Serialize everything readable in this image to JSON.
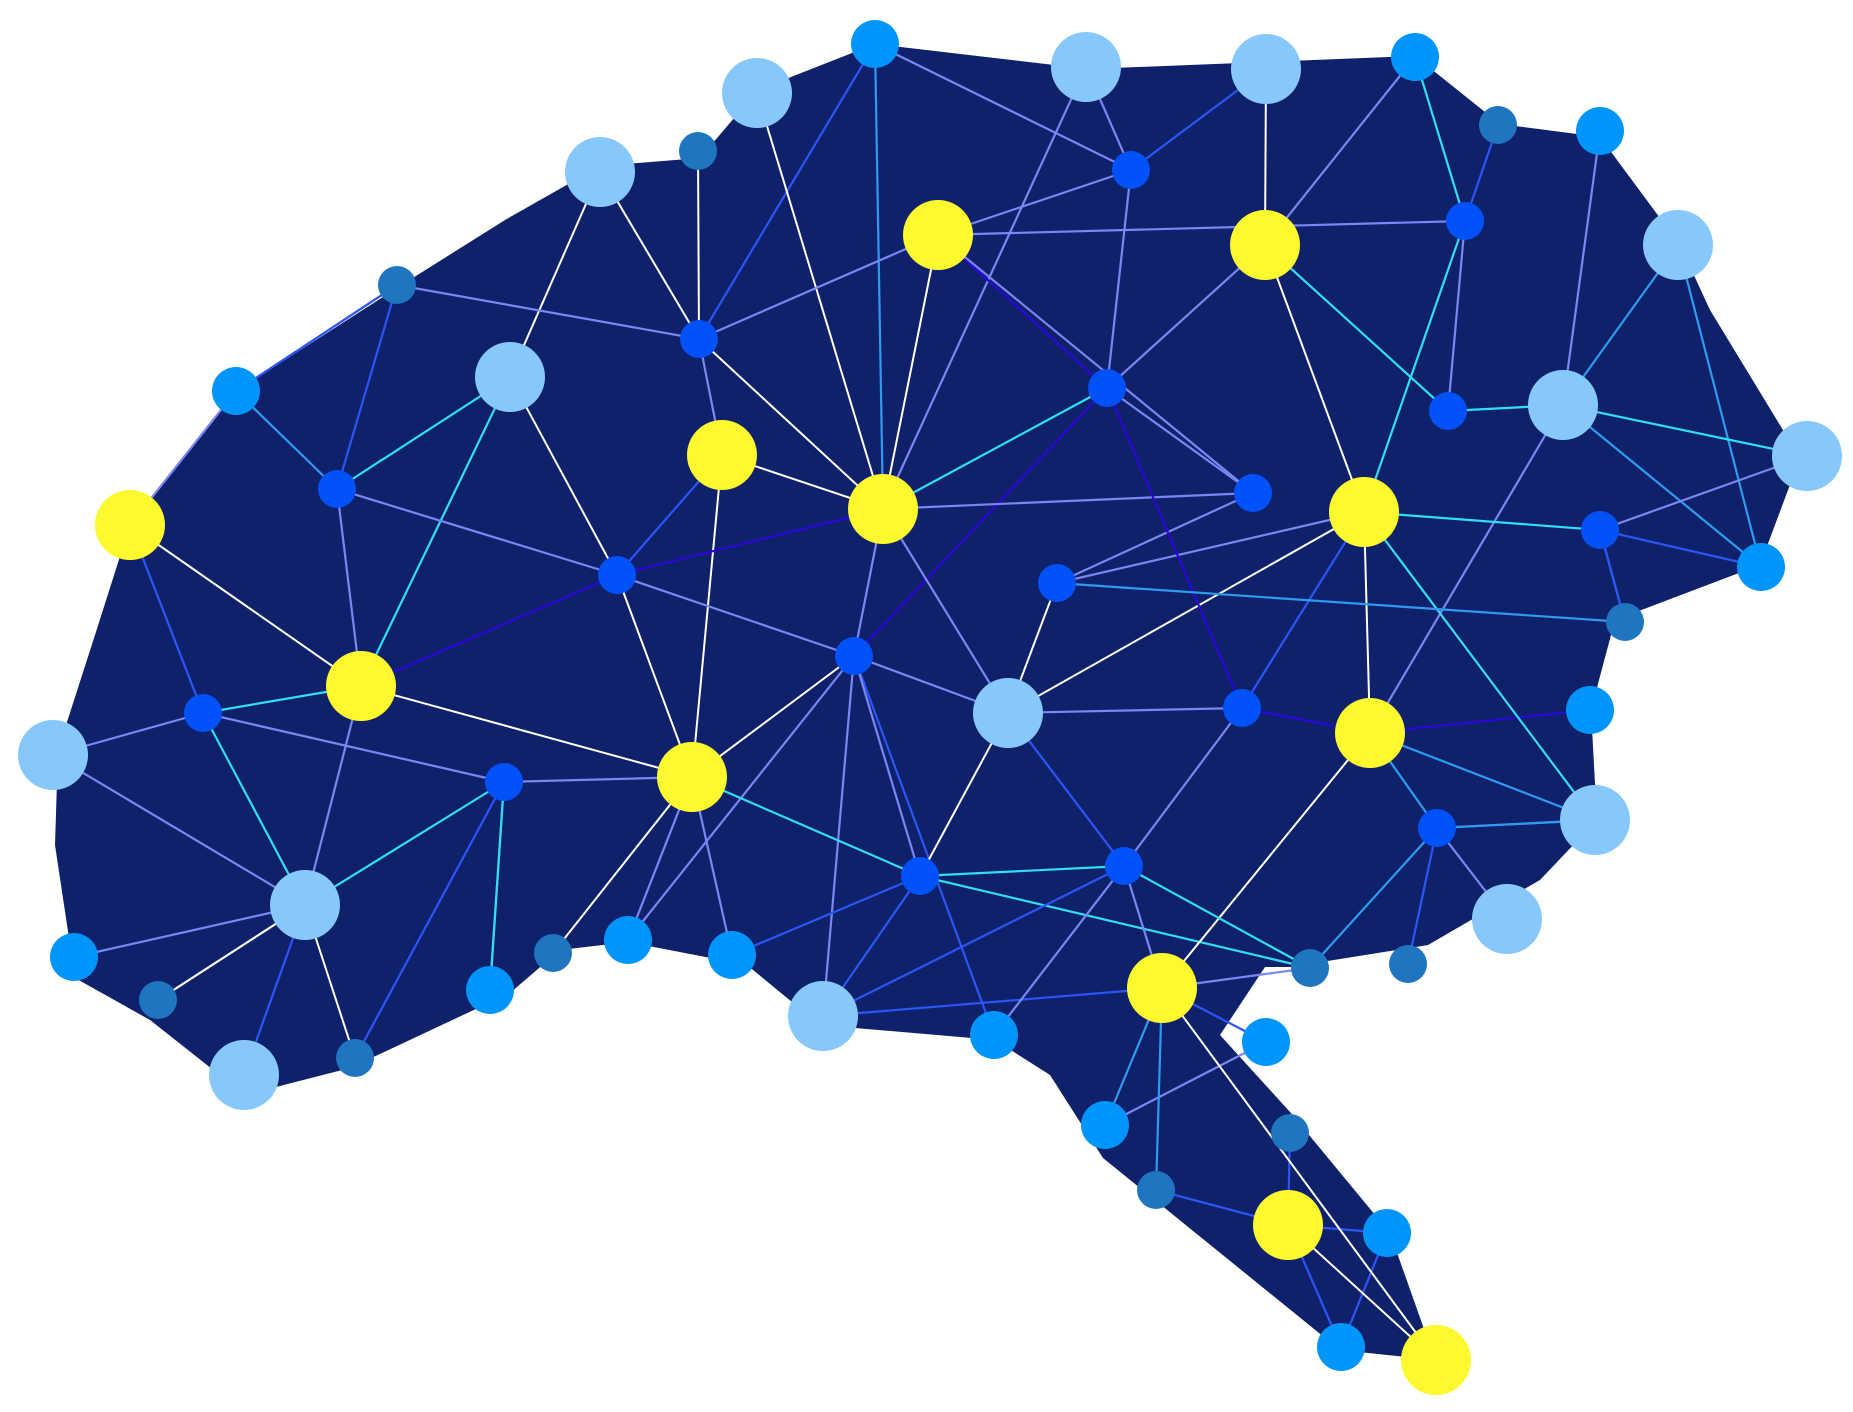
{
  "diagram": {
    "type": "neural-network-brain-illustration",
    "colors": {
      "background": "#ffffff",
      "brain_fill": "#10216b",
      "node_yellow": "#fdf92e",
      "node_light_blue": "#86c8fc",
      "node_bright_blue": "#0095fb",
      "node_royal_blue": "#0252fa",
      "node_steel_blue": "#1f75bf",
      "edge_white": "#ffffff",
      "edge_cyan": "#30dff2",
      "edge_periwinkle": "#7a86f1",
      "edge_blue": "#2c55f5",
      "edge_sky": "#2e9bf0",
      "edge_violet": "#2a07d6"
    },
    "node_classes": [
      {
        "class": "yellow",
        "size": "large",
        "color_key": "node_yellow"
      },
      {
        "class": "light",
        "size": "large",
        "color_key": "node_light_blue"
      },
      {
        "class": "bright",
        "size": "medium",
        "color_key": "node_bright_blue"
      },
      {
        "class": "royal",
        "size": "small",
        "color_key": "node_royal_blue"
      },
      {
        "class": "steel",
        "size": "small",
        "color_key": "node_steel_blue"
      }
    ],
    "edge_classes": [
      "white",
      "cyan",
      "periwinkle",
      "blue",
      "sky",
      "violet"
    ],
    "node_count": 74,
    "edge_count": 154
  }
}
